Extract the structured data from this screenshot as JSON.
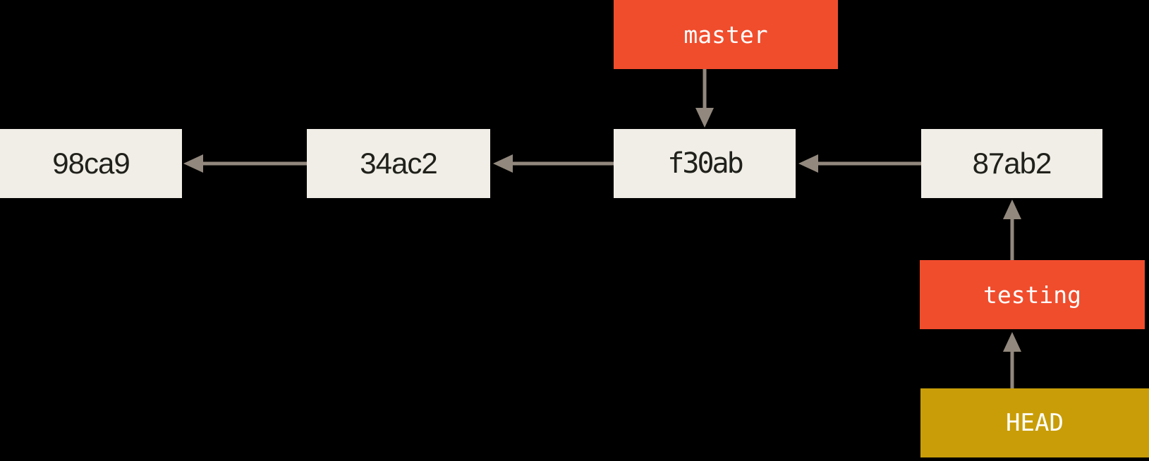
{
  "diagram": {
    "kind": "git-commit-branch-graph",
    "nodes": [
      {
        "id": "master",
        "label": "master",
        "kind": "branch"
      },
      {
        "id": "98ca9",
        "label": "98ca9",
        "kind": "commit"
      },
      {
        "id": "34ac2",
        "label": "34ac2",
        "kind": "commit"
      },
      {
        "id": "f30ab",
        "label": "f30ab",
        "kind": "commit"
      },
      {
        "id": "87ab2",
        "label": "87ab2",
        "kind": "commit"
      },
      {
        "id": "testing",
        "label": "testing",
        "kind": "branch"
      },
      {
        "id": "HEAD",
        "label": "HEAD",
        "kind": "head"
      }
    ],
    "edges": [
      {
        "from": "34ac2",
        "to": "98ca9"
      },
      {
        "from": "f30ab",
        "to": "34ac2"
      },
      {
        "from": "87ab2",
        "to": "f30ab"
      },
      {
        "from": "master",
        "to": "f30ab"
      },
      {
        "from": "testing",
        "to": "87ab2"
      },
      {
        "from": "HEAD",
        "to": "testing"
      }
    ],
    "colors": {
      "background": "#000000",
      "branch": "#F04D2D",
      "head": "#C89D08",
      "commit_bg": "#F0EEE6",
      "commit_text": "#21211C",
      "label_text": "#FFFFFF",
      "arrow": "#92887D"
    }
  }
}
